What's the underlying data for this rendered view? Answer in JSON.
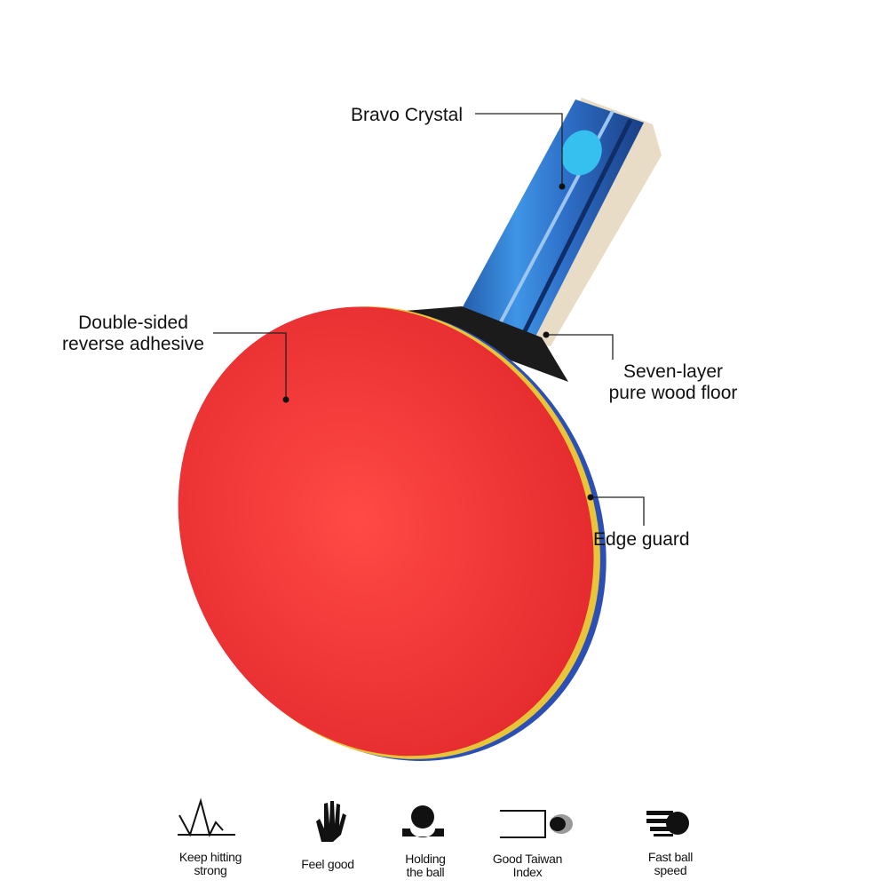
{
  "callouts": {
    "bravo_crystal": "Bravo Crystal",
    "adhesive_line1": "Double-sided",
    "adhesive_line2": "reverse adhesive",
    "wood_line1": "Seven-layer",
    "wood_line2": "pure wood floor",
    "edge_guard": "Edge guard"
  },
  "features": [
    {
      "icon": "bounce-icon",
      "line1": "Keep hitting",
      "line2": "strong"
    },
    {
      "icon": "hand-icon",
      "line1": "Feel good",
      "line2": ""
    },
    {
      "icon": "ball-hold-icon",
      "line1": "Holding",
      "line2": "the ball"
    },
    {
      "icon": "net-ball-icon",
      "line1": "Good Taiwan",
      "line2": "Index"
    },
    {
      "icon": "fast-ball-icon",
      "line1": "Fast ball",
      "line2": "speed"
    }
  ],
  "colors": {
    "rubber": "#f23a3a",
    "handle": "#2f7fd6",
    "edge": "#2b4fb5"
  }
}
